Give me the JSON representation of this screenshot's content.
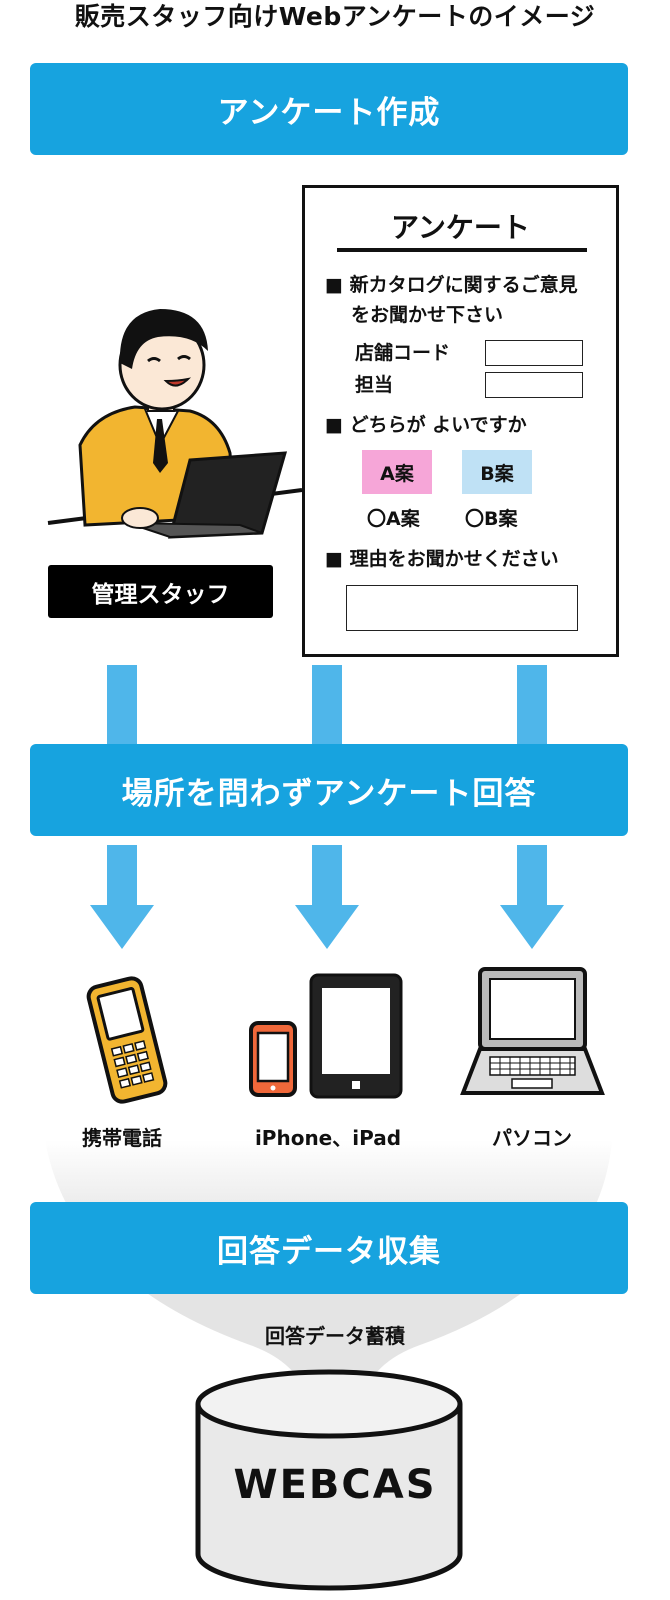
{
  "title": "販売スタッフ向けWebアンケートのイメージ",
  "steps": {
    "create": "アンケート作成",
    "answer": "場所を問わずアンケート回答",
    "collect": "回答データ収集"
  },
  "staff_label": "管理スタッフ",
  "survey": {
    "heading": "アンケート",
    "q1_line1": "■ 新カタログに関するご意見",
    "q1_line2": "をお聞かせ下さい",
    "field_store": "店舗コード",
    "field_person": "担当",
    "q2": "■ どちらが よいですか",
    "option_a": "A案",
    "option_b": "B案",
    "radio_a": "〇A案",
    "radio_b": "〇B案",
    "q3": "■ 理由をお聞かせください"
  },
  "devices": {
    "mobile": "携帯電話",
    "tablet": "iPhone、iPad",
    "pc": "パソコン"
  },
  "accumulate": "回答データ蓄積",
  "database": "WEBCAS",
  "colors": {
    "band": "#17a3df",
    "arrow": "#4fb6ea",
    "option_a_bg": "#f6a6d8",
    "option_b_bg": "#bfe1f5",
    "funnel": "#e4e4e4",
    "phone_gold": "#f2b530",
    "phone_orange": "#f0683a"
  }
}
